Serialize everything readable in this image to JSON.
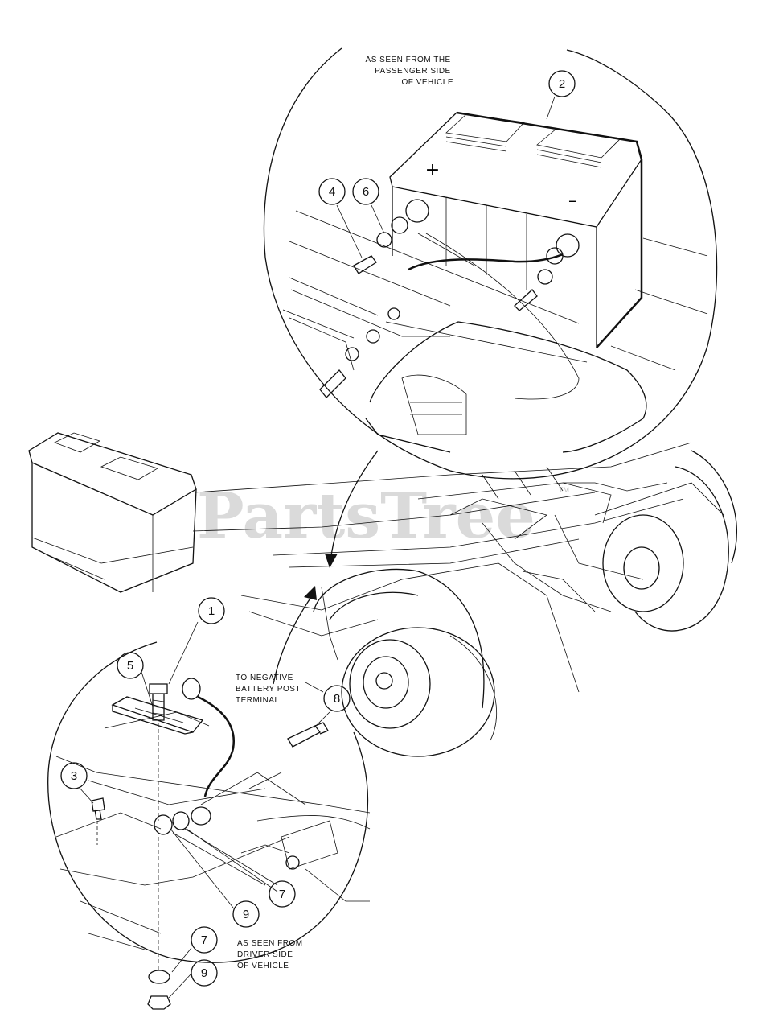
{
  "watermark": "PartsTree",
  "watermark_tm": "TM",
  "views": {
    "passenger": [
      "AS SEEN FROM THE",
      "PASSENGER SIDE",
      "OF VEHICLE"
    ],
    "driver": [
      "AS SEEN FROM",
      "DRIVER SIDE",
      "OF VEHICLE"
    ]
  },
  "terminal_note": [
    "TO NEGATIVE",
    "BATTERY POST",
    "TERMINAL"
  ],
  "battery_marks": {
    "positive": "+",
    "negative": "–"
  },
  "callouts": [
    {
      "id": "c1",
      "label": "1"
    },
    {
      "id": "c2",
      "label": "2"
    },
    {
      "id": "c3",
      "label": "3"
    },
    {
      "id": "c4",
      "label": "4"
    },
    {
      "id": "c5",
      "label": "5"
    },
    {
      "id": "c6",
      "label": "6"
    },
    {
      "id": "c7a",
      "label": "7"
    },
    {
      "id": "c7b",
      "label": "7"
    },
    {
      "id": "c8",
      "label": "8"
    },
    {
      "id": "c9a",
      "label": "9"
    },
    {
      "id": "c9b",
      "label": "9"
    }
  ]
}
